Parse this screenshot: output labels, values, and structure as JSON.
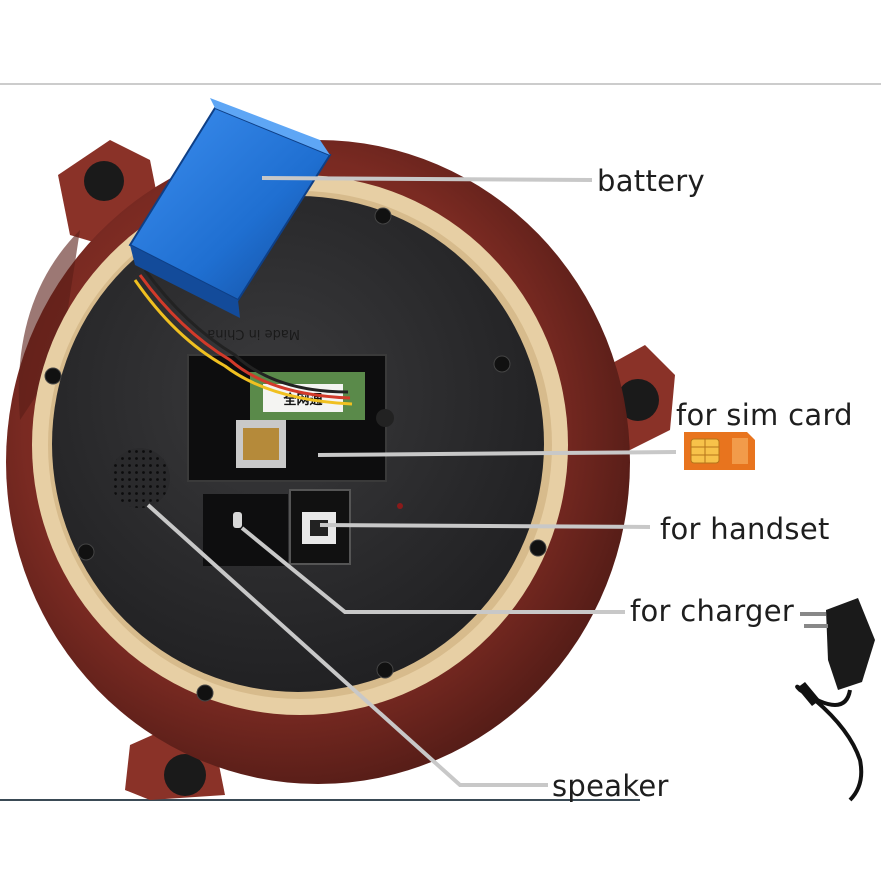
{
  "labels": {
    "battery": "battery",
    "sim_card": "for sim card",
    "handset": "for handset",
    "charger": "for charger",
    "speaker": "speaker"
  },
  "board": {
    "chip_label": "全网通",
    "molded_text": "Made in China"
  },
  "icons": {
    "sim": "sim-card-icon",
    "charger": "wall-charger-icon"
  },
  "colors": {
    "housing": "#7a2a22",
    "housing_highlight": "#9b3a2e",
    "back_plate": "#2b2b2d",
    "ring": "#e7cfa4",
    "battery": "#1f6fd1",
    "callout_line": "#c8c8c8",
    "sim": "#e8741e",
    "text": "#1e1e1e"
  }
}
